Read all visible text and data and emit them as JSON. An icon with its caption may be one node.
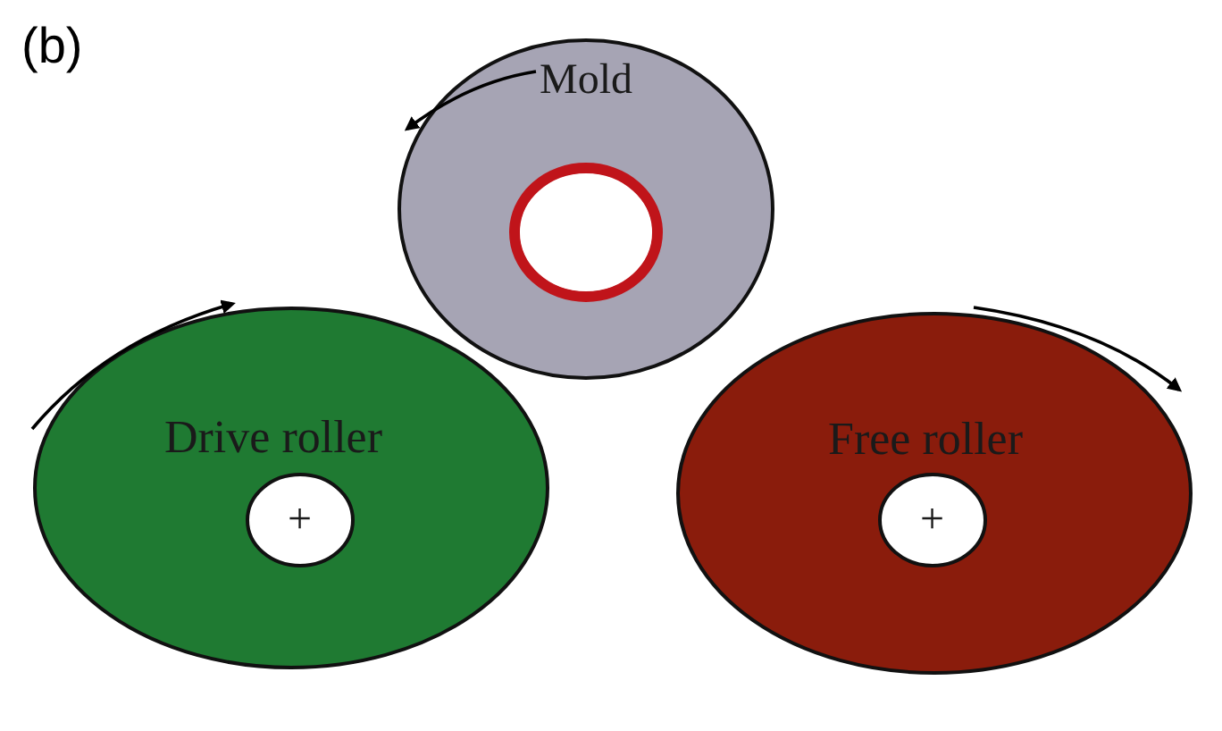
{
  "diagram": {
    "nodes": [
      {
        "text": [
          "Mold"
        ]
      },
      {
        "text": [
          "Drive roller"
        ]
      },
      {
        "text": [
          "+"
        ],
        "in": 1
      },
      {
        "text": [
          "Free roller"
        ]
      },
      {
        "text": [
          "+"
        ],
        "in": 3
      }
    ],
    "labels": [
      "(b)"
    ]
  }
}
